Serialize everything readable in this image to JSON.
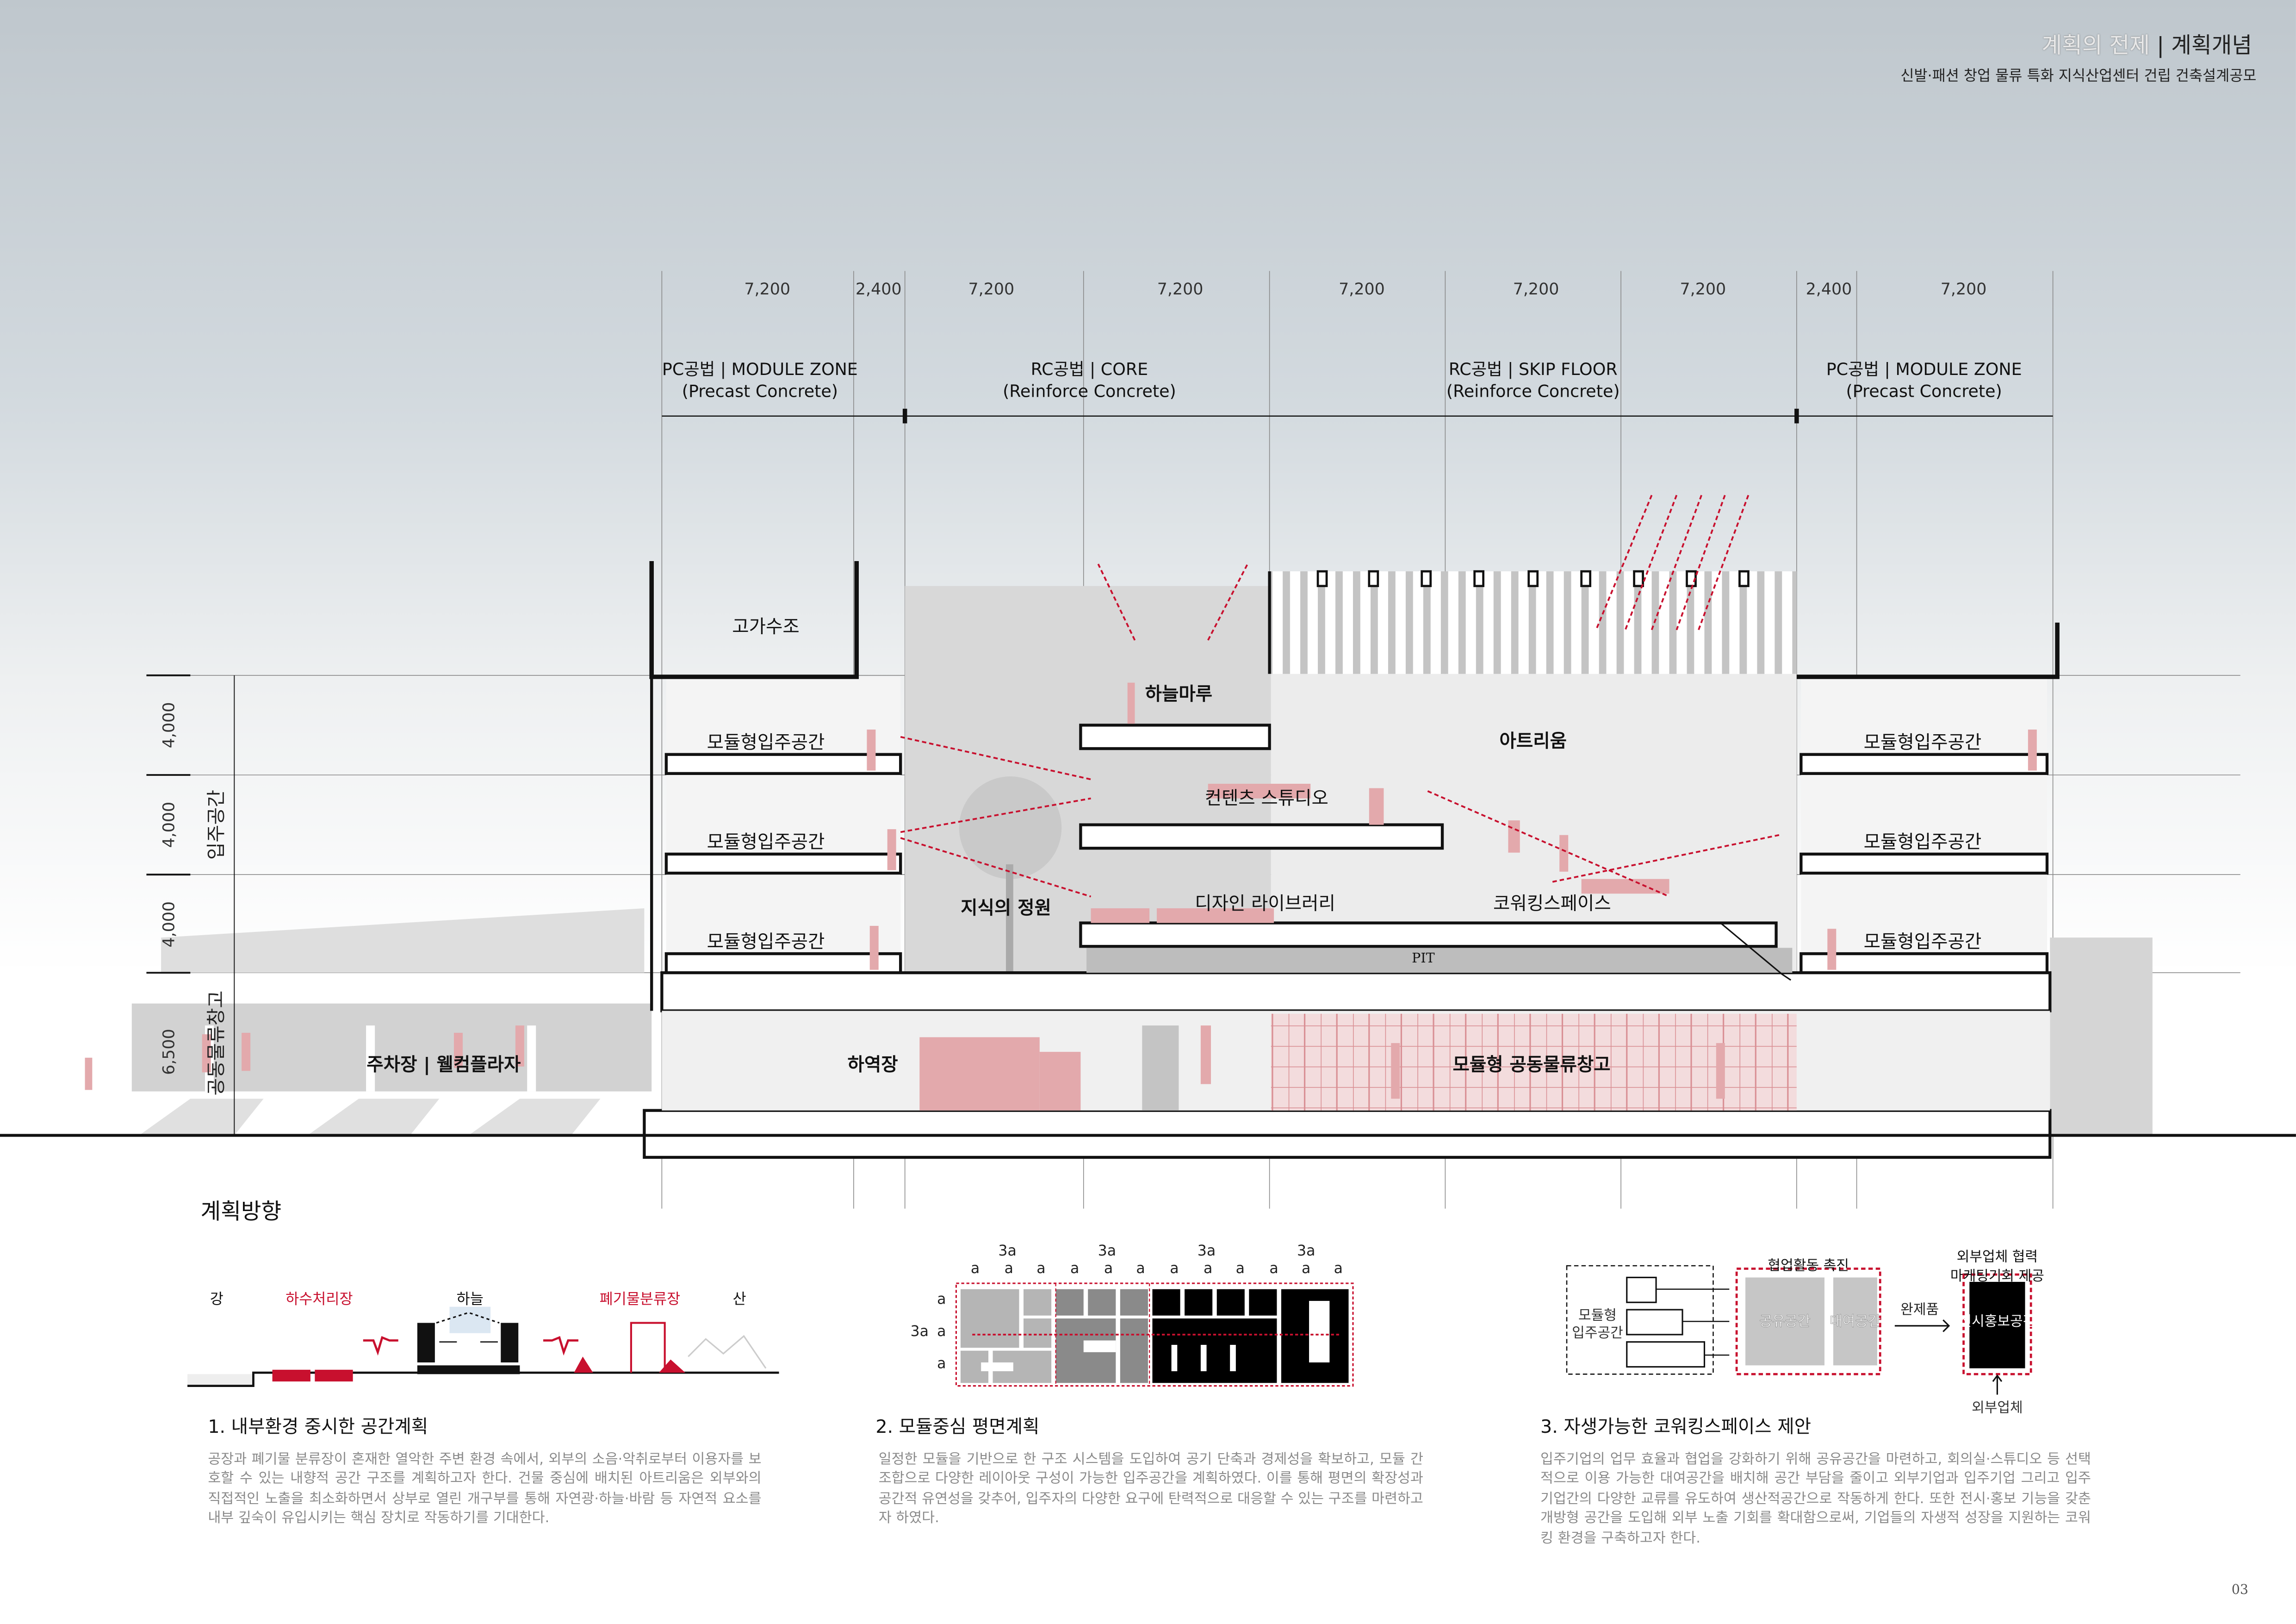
{
  "header": {
    "title_prefix": "계획의 전제",
    "title_separator": "|",
    "title_main": "계획개념",
    "subtitle": "신발·패션 창업 물류 특화 지식산업센터 건립 건축설계공모"
  },
  "section": {
    "span_dimensions": [
      "7,200",
      "2,400",
      "7,200",
      "7,200",
      "7,200",
      "7,200",
      "7,200",
      "2,400",
      "7,200"
    ],
    "zones": [
      {
        "title": "PC공법 | MODULE ZONE",
        "subtitle": "(Precast Concrete)"
      },
      {
        "title": "RC공법 | CORE",
        "subtitle": "(Reinforce Concrete)"
      },
      {
        "title": "RC공법 | SKIP FLOOR",
        "subtitle": "(Reinforce Concrete)"
      },
      {
        "title": "PC공법 | MODULE ZONE",
        "subtitle": "(Precast Concrete)"
      }
    ],
    "level_dimensions": [
      "4,000",
      "4,000",
      "4,000",
      "6,500"
    ],
    "level_groups": [
      "입주공간",
      "공동물류창고"
    ],
    "spaces": {
      "water_tank": "고가수조",
      "module_left": [
        "모듈형입주공간",
        "모듈형입주공간",
        "모듈형입주공간"
      ],
      "module_right": [
        "모듈형입주공간",
        "모듈형입주공간",
        "모듈형입주공간"
      ],
      "sky_deck": "하늘마루",
      "atrium": "아트리움",
      "content_studio": "컨텐츠 스튜디오",
      "design_library": "디자인 라이브러리",
      "coworking": "코워킹스페이스",
      "knowledge_garden": "지식의 정원",
      "pit": "PIT",
      "parking": "주차장 | 웰컴플라자",
      "loading_dock": "하역장",
      "warehouse": "모듈형 공동물류창고"
    }
  },
  "plan": {
    "heading": "계획방향",
    "items": [
      {
        "title": "1. 내부환경 중시한 공간계획",
        "text": "공장과 폐기물 분류장이 혼재한 열악한 주변 환경 속에서, 외부의 소음·악취로부터 이용자를 보호할 수 있는 내향적 공간 구조를 계획하고자 한다. 건물 중심에 배치된 아트리움은 외부와의 직접적인 노출을 최소화하면서 상부로 열린 개구부를 통해 자연광·하늘·바람 등 자연적 요소를 내부 깊숙이 유입시키는 핵심 장치로 작동하기를 기대한다."
      },
      {
        "title": "2. 모듈중심 평면계획",
        "text": "일정한 모듈을 기반으로 한 구조 시스템을 도입하여 공기 단축과 경제성을 확보하고, 모듈 간 조합으로 다양한 레이아웃 구성이 가능한 입주공간을 계획하였다. 이를 통해 평면의 확장성과 공간적 유연성을 갖추어, 입주자의 다양한 요구에 탄력적으로 대응할 수 있는 구조를 마련하고자 하였다."
      },
      {
        "title": "3.  자생가능한 코워킹스페이스 제안",
        "text": "입주기업의 업무 효율과 협업을 강화하기 위해 공유공간을 마련하고, 회의실·스튜디오 등 선택적으로 이용 가능한 대여공간을 배치해 공간 부담을 줄이고 외부기업과 입주기업 그리고 입주기업간의 다양한 교류를 유도하여 생산적공간으로 작동하게 한다. 또한 전시·홍보 기능을 갖춘 개방형 공간을 도입해 외부 노출 기회를 확대함으로써, 기업들의 자생적 성장을 지원하는 코워킹 환경을 구축하고자 한다."
      }
    ],
    "diagram1": {
      "labels": [
        "강",
        "하수처리장",
        "하늘",
        "폐기물분류장",
        "산"
      ]
    },
    "diagram2": {
      "top_3a": [
        "3a",
        "3a",
        "3a",
        "3a"
      ],
      "top_a": [
        "a",
        "a",
        "a",
        "a",
        "a",
        "a",
        "a",
        "a",
        "a",
        "a",
        "a",
        "a"
      ],
      "side": [
        "a",
        "3a",
        "a",
        "a"
      ]
    },
    "diagram3": {
      "module_label_1": "모듈형",
      "module_label_2": "입주공간",
      "collab": "협업활동 촉진",
      "shared": "공유공간",
      "rental": "대여공간",
      "product": "완제품",
      "partner_1": "외부업체 협력",
      "partner_2": "마케팅기회 제공",
      "exhibit": "전시홍보공간",
      "external": "외부업체"
    }
  },
  "page_number": "03",
  "colors": {
    "accent_red": "#c8102e",
    "pink": "#e3a9ac",
    "gray": "#b9b9b9"
  }
}
